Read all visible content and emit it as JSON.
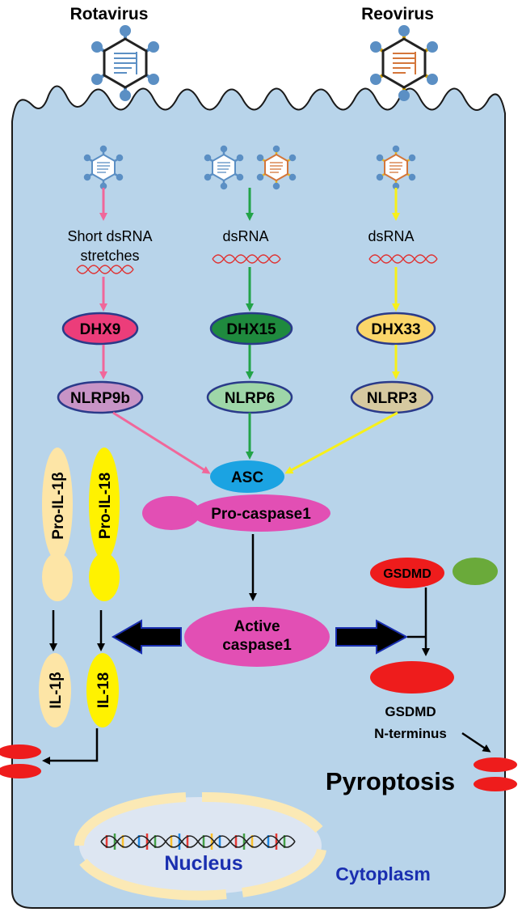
{
  "viruses": {
    "rotavirus": "Rotavirus",
    "reovirus": "Reovirus"
  },
  "pathways": {
    "left": {
      "rna": [
        "Short dsRNA",
        "stretches"
      ],
      "helicase": "DHX9",
      "sensor": "NLRP9b",
      "color": "#f0679a"
    },
    "middle": {
      "rna": "dsRNA",
      "helicase": "DHX15",
      "sensor": "NLRP6",
      "color": "#22a348"
    },
    "right": {
      "rna": "dsRNA",
      "helicase": "DHX33",
      "sensor": "NLRP3",
      "color": "#f7f01a"
    }
  },
  "inflammasome": {
    "adaptor": "ASC",
    "pro_caspase": "Pro-caspase1",
    "active_caspase": [
      "Active",
      "caspase1"
    ]
  },
  "cytokines": {
    "pro_il1b": "Pro-IL-1β",
    "pro_il18": "Pro-IL-18",
    "il1b": "IL-1β",
    "il18": "IL-18"
  },
  "gasdermin": {
    "gsdmd": "GSDMD",
    "n_terminus": [
      "GSDMD",
      "N-terminus"
    ],
    "outcome": "Pyroptosis"
  },
  "compartments": {
    "nucleus": "Nucleus",
    "cytoplasm": "Cytoplasm"
  },
  "colors": {
    "cell": "#b8d4ea",
    "rota_blue": "#5b8fc4",
    "reo_orange": "#d4763a",
    "dhx9": "#ec3d7a",
    "dhx15": "#1f8a3e",
    "dhx33": "#fbd66a",
    "nlrp9b": "#c894c6",
    "nlrp6": "#9ed6a8",
    "nlrp3": "#d6c9a0",
    "asc": "#1ba3e2",
    "caspase": "#e24fb4",
    "gsdmd": "#ee1c1c",
    "nucleus_text": "#1a2fb0"
  }
}
